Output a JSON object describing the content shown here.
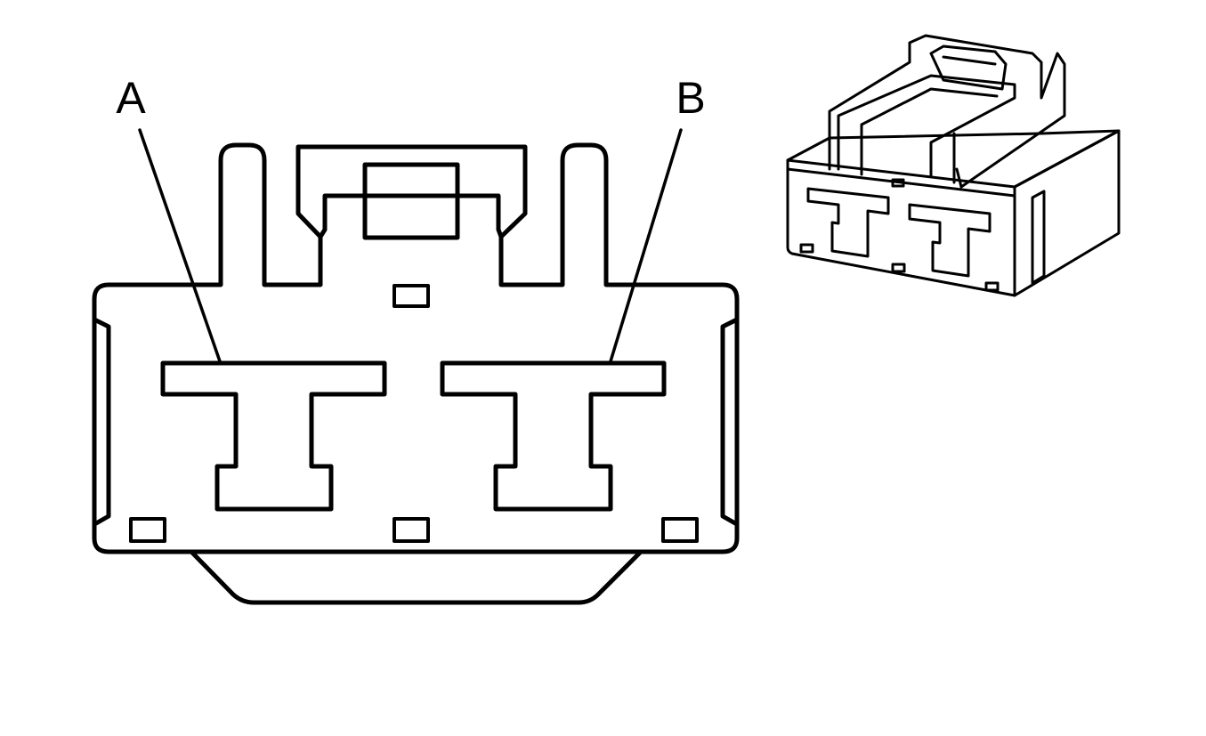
{
  "diagram": {
    "pins": [
      {
        "id": "A",
        "label": "A"
      },
      {
        "id": "B",
        "label": "B"
      }
    ],
    "colors": {
      "line": "#000000",
      "background": "#ffffff"
    }
  }
}
